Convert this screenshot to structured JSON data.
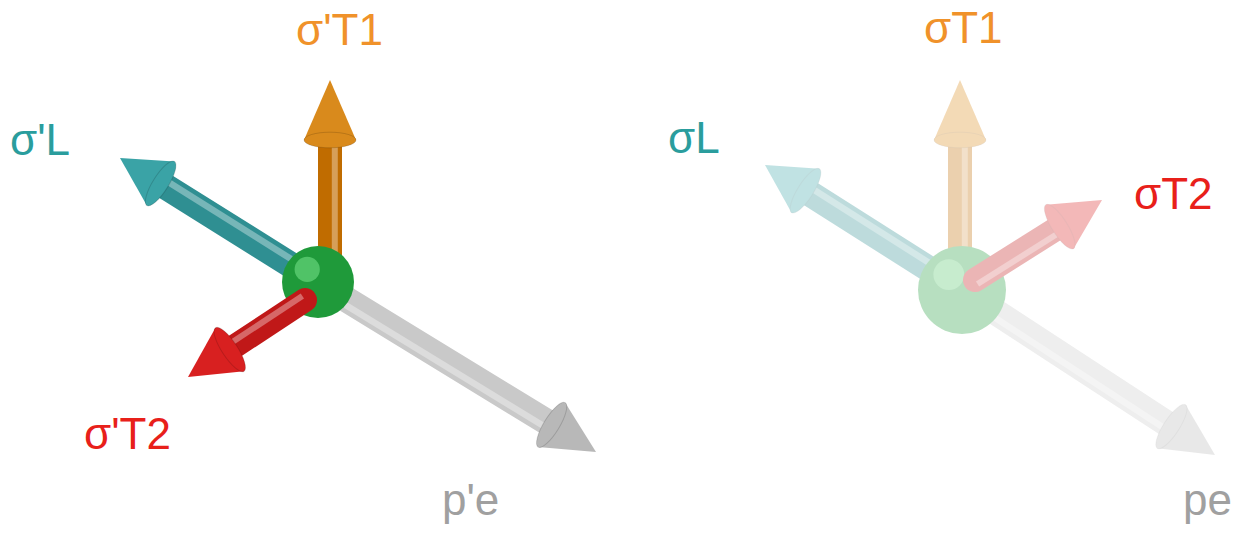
{
  "diagram": {
    "labels": [
      "σ'T1",
      "σ'L",
      "σ'T2",
      "p'e",
      "σT1",
      "σL",
      "σT2",
      "pe"
    ]
  }
}
